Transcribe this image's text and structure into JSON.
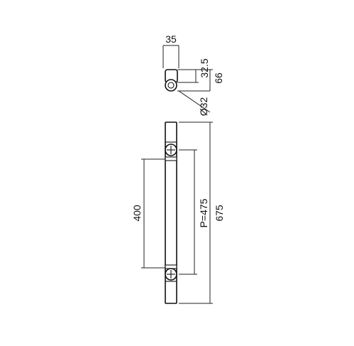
{
  "dimensions": {
    "top_width": "35",
    "top_height": "32.5",
    "top_depth": "66",
    "diameter": "Ø32",
    "grip_length": "400",
    "pitch": "P=475",
    "overall_length": "675"
  },
  "colors": {
    "line": "#111111",
    "background": "#ffffff"
  }
}
